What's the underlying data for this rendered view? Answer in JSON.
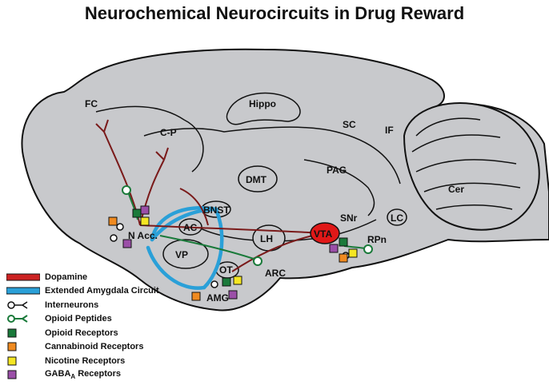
{
  "title": "Neurochemical Neurocircuits in Drug Reward",
  "regions": {
    "fc": "FC",
    "cp": "C-P",
    "hippo": "Hippo",
    "sc": "SC",
    "if": "IF",
    "dmt": "DMT",
    "pag": "PAG",
    "cer": "Cer",
    "bnst": "BNST",
    "ac": "AC",
    "nacc": "N Acc.",
    "lh": "LH",
    "vp": "VP",
    "ot": "OT",
    "amg": "AMG",
    "arc": "ARC",
    "vta": "VTA",
    "snr": "SNr",
    "lc": "LC",
    "rpn": "RPn"
  },
  "legend": [
    {
      "key": "dopamine",
      "label": "Dopamine",
      "color": "#cc2222"
    },
    {
      "key": "amygdala",
      "label": "Extended Amygdala Circuit",
      "color": "#2aa0d8"
    },
    {
      "key": "interneurons",
      "label": "Interneurons",
      "color": "#ffffff"
    },
    {
      "key": "opioid-peptides",
      "label": "Opioid Peptides",
      "color": "#1a7a3a"
    },
    {
      "key": "opioid-receptors",
      "label": "Opioid Receptors",
      "color": "#1a7a3a"
    },
    {
      "key": "cannabinoid-receptors",
      "label": "Cannabinoid Receptors",
      "color": "#f08a20"
    },
    {
      "key": "nicotine-receptors",
      "label": "Nicotine Receptors",
      "color": "#f5e623"
    },
    {
      "key": "gaba-receptors",
      "label": "GABA",
      "sub": "A",
      "suffix": " Receptors",
      "color": "#9b4fa8"
    }
  ],
  "colors": {
    "brain_fill": "#c8c9cc",
    "outline": "#111111",
    "dopamine_path": "#7a1a1a",
    "vta_fill": "#e01818"
  }
}
